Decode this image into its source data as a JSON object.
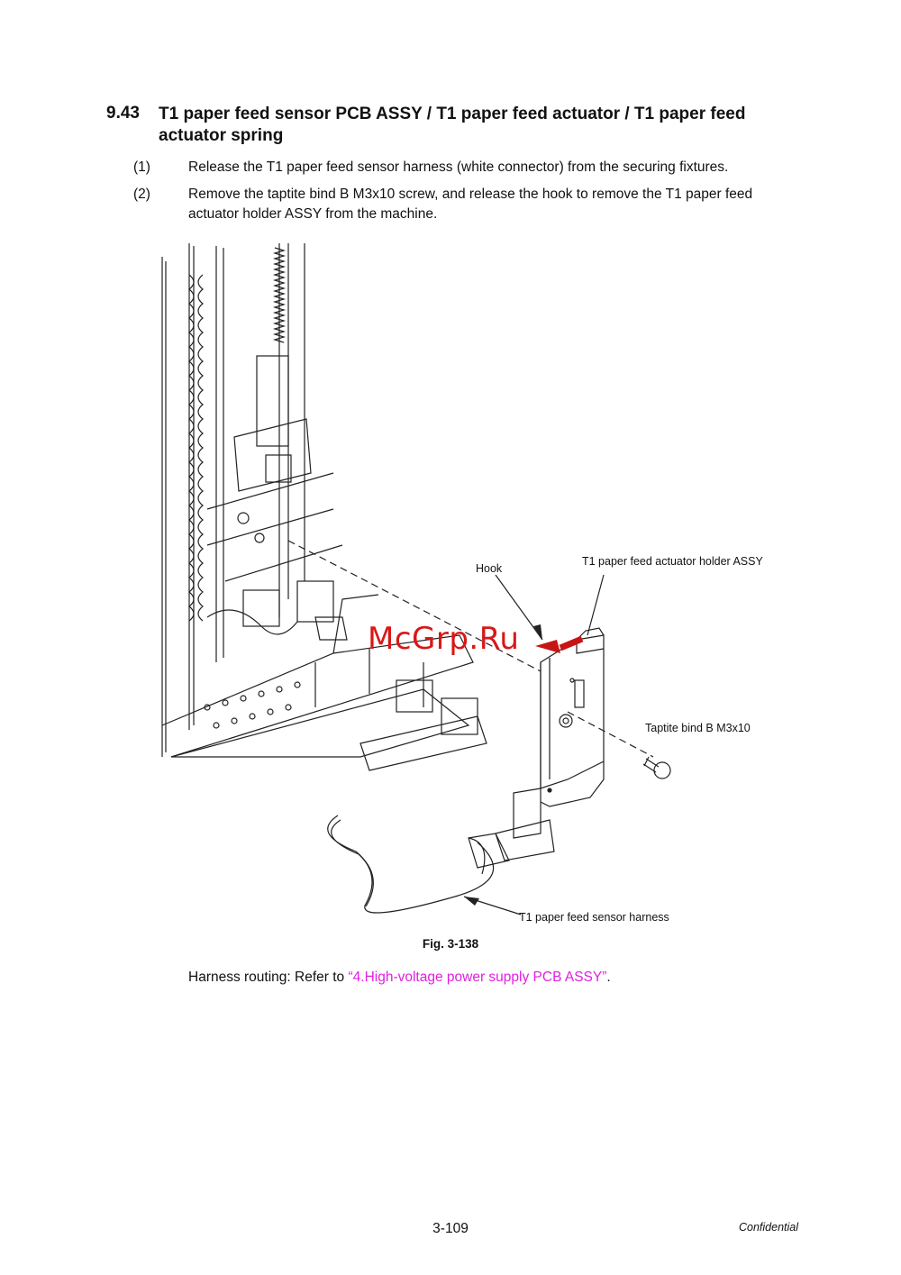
{
  "section": {
    "number": "9.43",
    "title": "T1 paper feed sensor PCB ASSY / T1 paper feed actuator / T1 paper feed actuator spring"
  },
  "steps": [
    {
      "num": "(1)",
      "text": "Release the T1 paper feed sensor harness (white connector) from the securing fixtures."
    },
    {
      "num": "(2)",
      "text": "Remove the taptite bind B M3x10 screw, and release the hook to remove the T1 paper feed actuator holder ASSY from the machine."
    }
  ],
  "figure": {
    "callouts": {
      "hook": "Hook",
      "holder": "T1 paper feed actuator holder ASSY",
      "screw": "Taptite bind B M3x10",
      "harness": "T1 paper feed sensor harness"
    },
    "watermark": "McGrp.Ru",
    "caption": "Fig. 3-138"
  },
  "routing": {
    "prefix": "Harness routing: Refer to ",
    "link": "“4.High-voltage power supply PCB ASSY”",
    "suffix": "."
  },
  "footer": {
    "page_number": "3-109",
    "confidential": "Confidential"
  },
  "colors": {
    "link": "#e020e0",
    "watermark": "#d81818",
    "arrow": "#c81414"
  }
}
